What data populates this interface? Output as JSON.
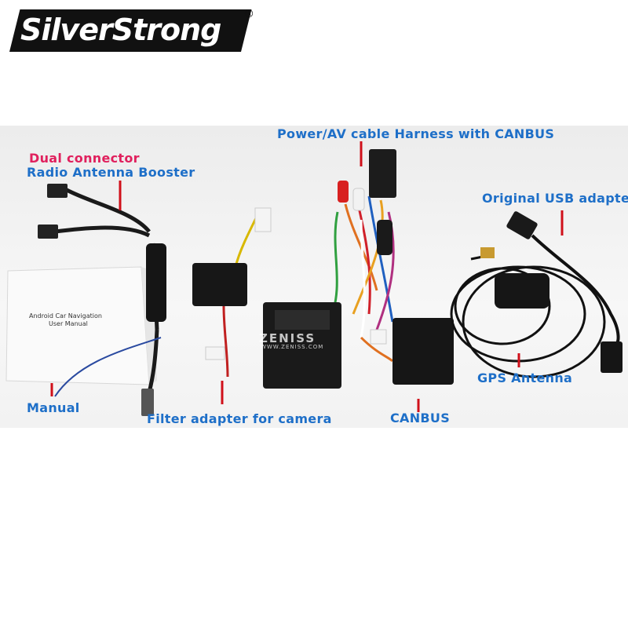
{
  "logo": {
    "text": "SilverStrong",
    "reg": "®"
  },
  "labels": {
    "dual_connector": "Dual connector",
    "radio_booster": "Radio Antenna Booster",
    "power_av": "Power/AV cable Harness with CANBUS",
    "usb_adapter": "Original USB adapter",
    "gps": "GPS Antenna",
    "manual": "Manual",
    "filter": "Filter adapter for camera",
    "canbus": "CANBUS"
  },
  "manual_cover": {
    "line1": "Android Car Navigation",
    "line2": "User Manual"
  },
  "watermark": {
    "main": "ZENISS",
    "sub": "WWW.ZENISS.COM"
  },
  "colors": {
    "label_blue": "#1e6fc8",
    "label_pink": "#e0205d",
    "pointer_red": "#d0101a"
  }
}
